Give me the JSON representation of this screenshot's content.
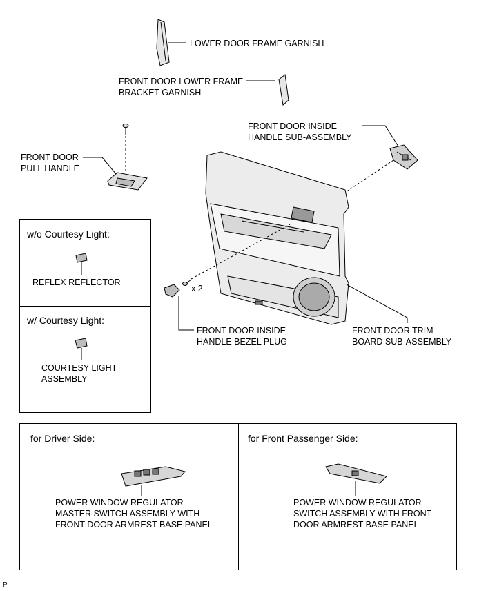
{
  "labels": {
    "lower_door_frame_garnish": "LOWER DOOR FRAME GARNISH",
    "lower_frame_bracket_garnish_1": "FRONT DOOR LOWER FRAME",
    "lower_frame_bracket_garnish_2": "BRACKET GARNISH",
    "inside_handle_1": "FRONT DOOR INSIDE",
    "inside_handle_2": "HANDLE SUB-ASSEMBLY",
    "pull_handle_1": "FRONT DOOR",
    "pull_handle_2": "PULL HANDLE",
    "screw_qty": "x 2",
    "bezel_plug_1": "FRONT DOOR INSIDE",
    "bezel_plug_2": "HANDLE BEZEL PLUG",
    "trim_board_1": "FRONT DOOR TRIM",
    "trim_board_2": "BOARD SUB-ASSEMBLY",
    "footer_code": "P"
  },
  "courtesy_panel": {
    "without_title": "w/o Courtesy Light:",
    "without_part": "REFLEX REFLECTOR",
    "with_title": "w/ Courtesy Light:",
    "with_part_1": "COURTESY LIGHT",
    "with_part_2": "ASSEMBLY"
  },
  "switch_panel": {
    "driver_title": "for Driver Side:",
    "driver_part_1": "POWER WINDOW REGULATOR",
    "driver_part_2": "MASTER SWITCH ASSEMBLY WITH",
    "driver_part_3": "FRONT DOOR ARMREST BASE PANEL",
    "passenger_title": "for Front Passenger Side:",
    "passenger_part_1": "POWER WINDOW REGULATOR",
    "passenger_part_2": "SWITCH ASSEMBLY WITH FRONT",
    "passenger_part_3": "DOOR ARMREST BASE PANEL"
  }
}
